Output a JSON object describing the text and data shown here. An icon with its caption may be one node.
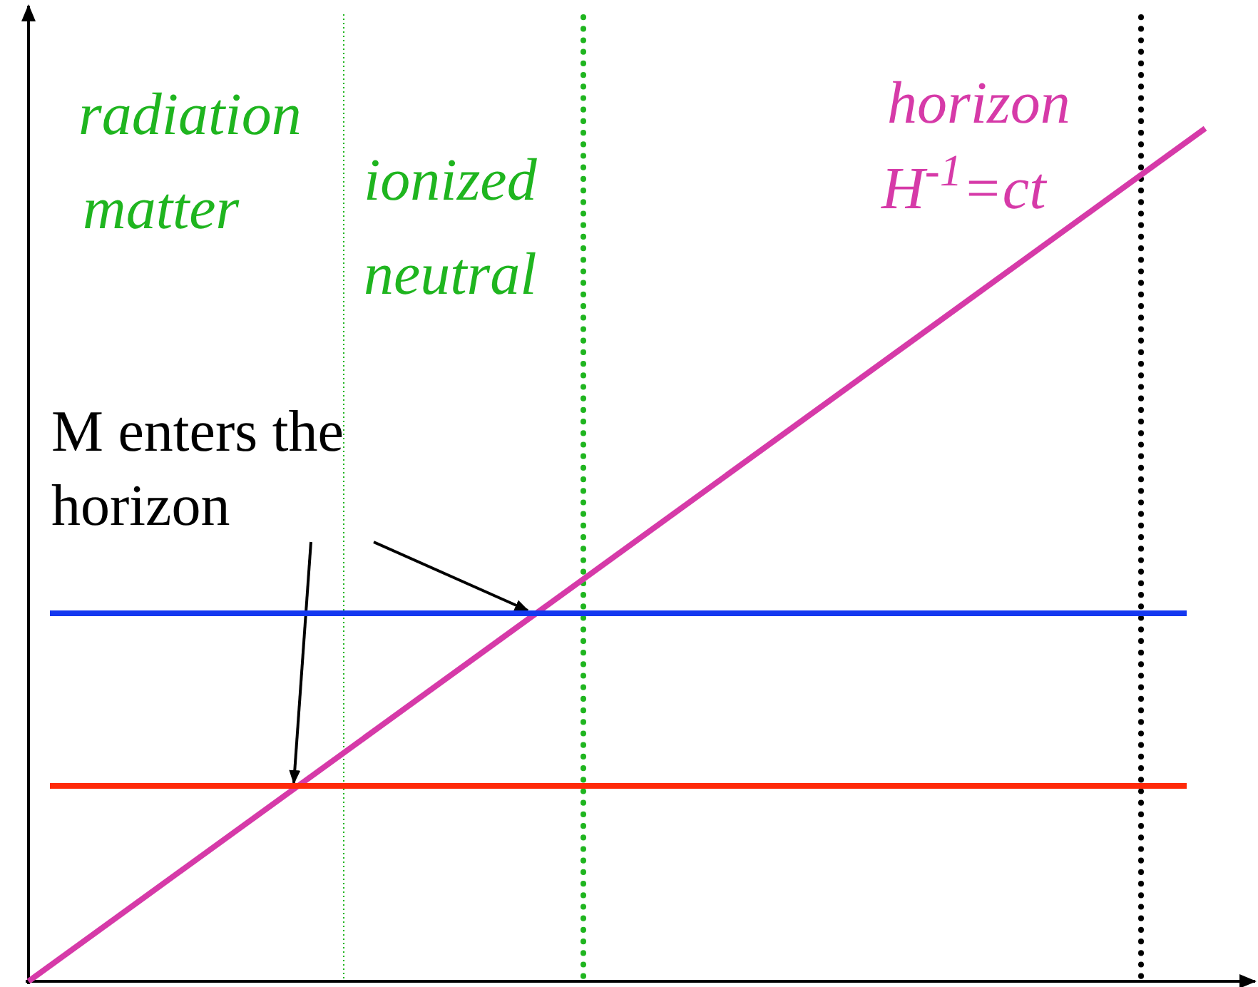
{
  "diagram": {
    "nodes": [
      {
        "text": [
          "M enters the horizon"
        ]
      },
      {
        "text": [],
        "shape": "line"
      },
      {
        "text": [],
        "shape": "line"
      }
    ],
    "edges": [
      {
        "from": 0,
        "to": 2,
        "arrow": "to"
      },
      {
        "from": 0,
        "to": 1,
        "arrow": "to"
      }
    ],
    "labels": [
      "radiation",
      "matter",
      "ionized",
      "neutral",
      "horizon",
      "H$^{-1}$=ct"
    ]
  }
}
